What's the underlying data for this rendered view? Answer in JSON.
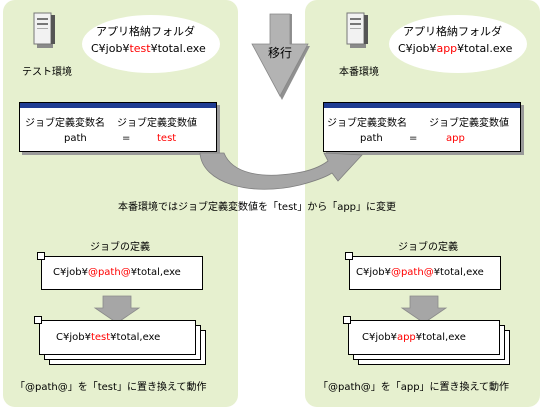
{
  "left": {
    "server_label": "テスト環境",
    "folder_title": "アプリ格納フォルダ",
    "folder_path": {
      "pre": "C¥job¥",
      "red": "test",
      "post": "¥total.exe"
    },
    "var_header": "ジョブ定義変数名",
    "val_header": "ジョブ定義変数値",
    "var_name": "path",
    "equals": "=",
    "var_value": "test",
    "job_title": "ジョブの定義",
    "job_path": {
      "pre": "C¥job¥",
      "red": "@path@",
      "post": "¥total,exe"
    },
    "exec_path": {
      "pre": "C¥job¥",
      "red": "test",
      "post": "¥total,exe"
    },
    "caption": "「@path@」を「test」に置き換えて動作"
  },
  "right": {
    "server_label": "本番環境",
    "folder_title": "アプリ格納フォルダ",
    "folder_path": {
      "pre": "C¥job¥",
      "red": "app",
      "post": "¥total.exe"
    },
    "var_header": "ジョブ定義変数名",
    "val_header": "ジョブ定義変数値",
    "var_name": "path",
    "equals": "=",
    "var_value": "app",
    "job_title": "ジョブの定義",
    "job_path": {
      "pre": "C¥job¥",
      "red": "@path@",
      "post": "¥total,exe"
    },
    "exec_path": {
      "pre": "C¥job¥",
      "red": "app",
      "post": "¥total,exe"
    },
    "caption": "「@path@」を「app」に置き換えて動作"
  },
  "migration_label": "移行",
  "change_note": "本番環境ではジョブ定義変数値を「test」から「app」に変更",
  "colors": {
    "panel": "#e6f0cf",
    "header_bar": "#1f3c92",
    "highlight": "#ff0000",
    "arrow": "#a0a0a0"
  }
}
